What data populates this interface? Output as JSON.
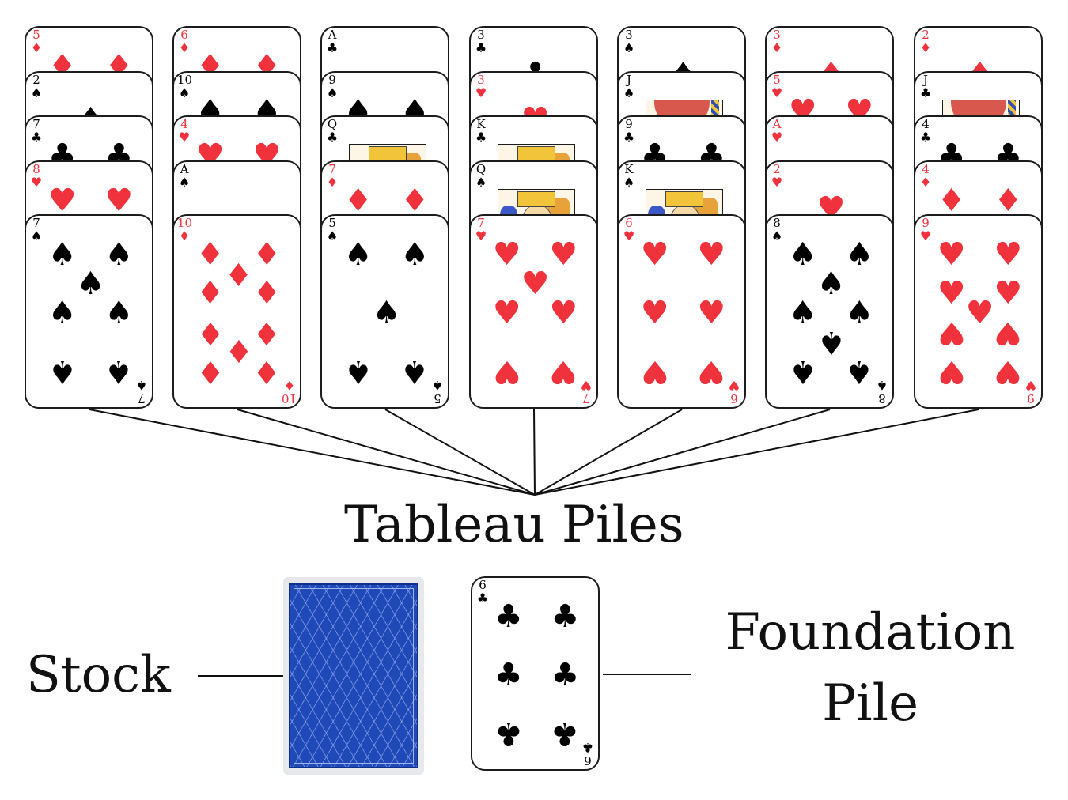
{
  "labels": {
    "tableau": "Tableau Piles",
    "stock": "Stock",
    "foundation_line1": "Foundation",
    "foundation_line2": "Pile"
  },
  "colors": {
    "red_suit": "#f0323c",
    "black_suit": "#000000",
    "card_back": "#1f49b6",
    "card_border": "#1c1c1c"
  },
  "icons": {
    "heart": "heart-suit-icon",
    "diamond": "diamond-suit-icon",
    "club": "club-suit-icon",
    "spade": "spade-suit-icon"
  },
  "tableau": [
    [
      {
        "rank": "5",
        "suit": "diamond"
      },
      {
        "rank": "2",
        "suit": "spade"
      },
      {
        "rank": "7",
        "suit": "club"
      },
      {
        "rank": "8",
        "suit": "heart"
      },
      {
        "rank": "7",
        "suit": "spade"
      }
    ],
    [
      {
        "rank": "6",
        "suit": "diamond"
      },
      {
        "rank": "10",
        "suit": "spade"
      },
      {
        "rank": "4",
        "suit": "heart"
      },
      {
        "rank": "A",
        "suit": "spade"
      },
      {
        "rank": "10",
        "suit": "diamond"
      }
    ],
    [
      {
        "rank": "A",
        "suit": "club"
      },
      {
        "rank": "9",
        "suit": "spade"
      },
      {
        "rank": "Q",
        "suit": "club"
      },
      {
        "rank": "7",
        "suit": "diamond"
      },
      {
        "rank": "5",
        "suit": "spade"
      }
    ],
    [
      {
        "rank": "3",
        "suit": "club"
      },
      {
        "rank": "3",
        "suit": "heart"
      },
      {
        "rank": "K",
        "suit": "club"
      },
      {
        "rank": "Q",
        "suit": "spade"
      },
      {
        "rank": "7",
        "suit": "heart"
      }
    ],
    [
      {
        "rank": "3",
        "suit": "spade"
      },
      {
        "rank": "J",
        "suit": "spade"
      },
      {
        "rank": "9",
        "suit": "club"
      },
      {
        "rank": "K",
        "suit": "spade"
      },
      {
        "rank": "6",
        "suit": "heart"
      }
    ],
    [
      {
        "rank": "3",
        "suit": "diamond"
      },
      {
        "rank": "5",
        "suit": "heart"
      },
      {
        "rank": "A",
        "suit": "heart"
      },
      {
        "rank": "2",
        "suit": "heart"
      },
      {
        "rank": "8",
        "suit": "spade"
      }
    ],
    [
      {
        "rank": "2",
        "suit": "diamond"
      },
      {
        "rank": "J",
        "suit": "club"
      },
      {
        "rank": "4",
        "suit": "club"
      },
      {
        "rank": "4",
        "suit": "diamond"
      },
      {
        "rank": "9",
        "suit": "heart"
      }
    ]
  ],
  "foundation": {
    "rank": "6",
    "suit": "club"
  },
  "stock": {
    "face_down": true
  }
}
